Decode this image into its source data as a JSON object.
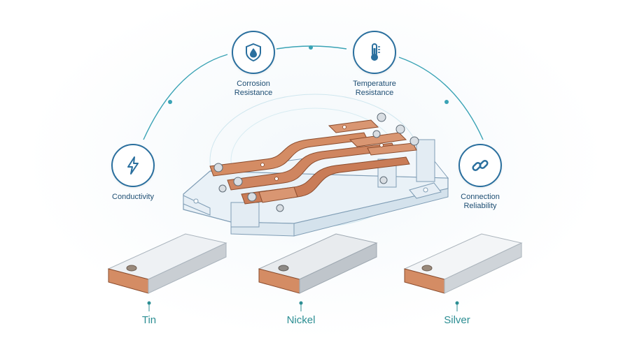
{
  "features": {
    "corrosion": {
      "label_line1": "Corrosion",
      "label_line2": "Resistance",
      "icon": "shield-droplet-icon"
    },
    "temperature": {
      "label_line1": "Temperature",
      "label_line2": "Resistance",
      "icon": "thermometer-icon"
    },
    "conductivity": {
      "label": "Conductivity",
      "icon": "lightning-bolt-icon"
    },
    "reliability": {
      "label_line1": "Connection",
      "label_line2": "Reliability",
      "icon": "chain-link-icon"
    }
  },
  "platings": [
    {
      "label": "Tin"
    },
    {
      "label": "Nickel"
    },
    {
      "label": "Silver"
    }
  ],
  "colors": {
    "accent": "#2a6f9e",
    "teal": "#2c8e93",
    "copper": "#c9805a"
  }
}
